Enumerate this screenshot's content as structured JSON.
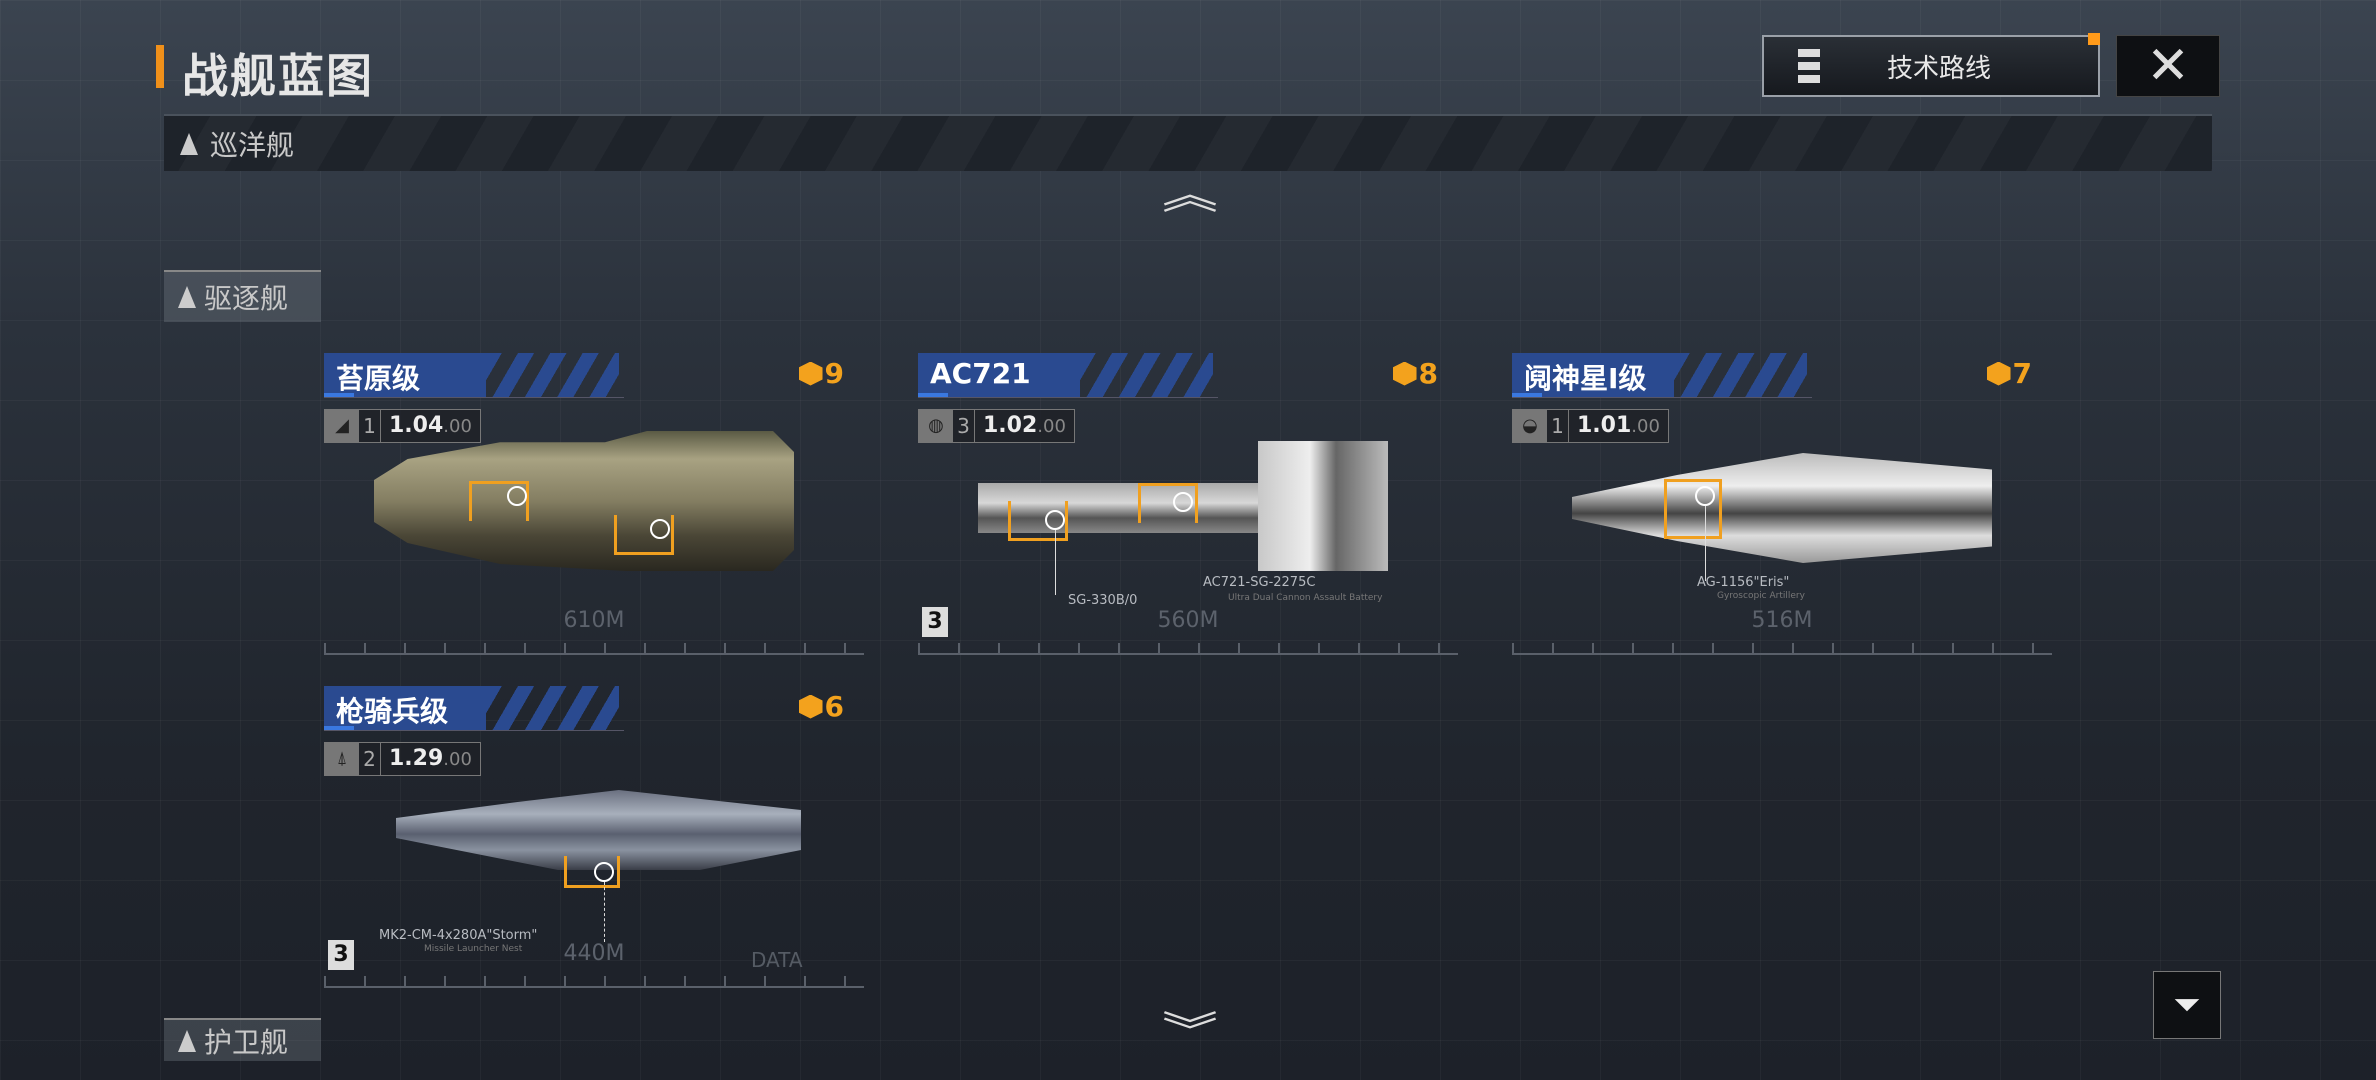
{
  "header": {
    "title": "战舰蓝图",
    "tech_route_label": "技术路线",
    "close_label": "✕"
  },
  "categories": {
    "cruiser": "巡洋舰",
    "destroyer": "驱逐舰",
    "frigate": "护卫舰"
  },
  "cards": [
    {
      "name": "苔原级",
      "rank": "9",
      "count": "1",
      "value": "1.04",
      "value_suffix": ".00",
      "length": "610M",
      "weapons": []
    },
    {
      "name": "AC721",
      "rank": "8",
      "count": "3",
      "value": "1.02",
      "value_suffix": ".00",
      "length": "560M",
      "badge": "3",
      "weapons": [
        {
          "label": "SG-330B/0"
        },
        {
          "label": "AC721-SG-2275C",
          "sub": "Ultra Dual Cannon Assault Battery"
        }
      ]
    },
    {
      "name": "阋神星Ⅰ级",
      "rank": "7",
      "count": "1",
      "value": "1.01",
      "value_suffix": ".00",
      "length": "516M",
      "weapons": [
        {
          "label": "AG-1156\"Eris\"",
          "sub": "Gyroscopic Artillery"
        }
      ]
    },
    {
      "name": "枪骑兵级",
      "rank": "6",
      "count": "2",
      "value": "1.29",
      "value_suffix": ".00",
      "length": "440M",
      "badge": "3",
      "data_label": "DATA",
      "weapons": [
        {
          "label": "MK2-CM-4x280A\"Storm\"",
          "sub": "Missile Launcher Nest"
        }
      ]
    }
  ],
  "colors": {
    "accent": "#f3a21d",
    "header_blue": "#2a4a90"
  }
}
